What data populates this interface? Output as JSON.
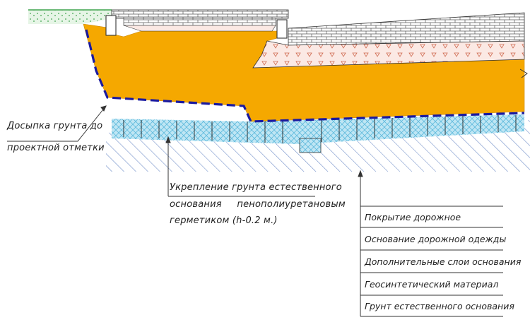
{
  "callouts": {
    "backfill": {
      "line1": "Досыпка грунта до",
      "line2": "проектной отметки"
    },
    "reinforcement": {
      "line1": "Укрепление грунта естественного",
      "line2": "основания     пенополиуретановым",
      "line3": "герметиком (h-0.2 м.)"
    }
  },
  "legend": {
    "items": [
      "Покрытие дорожное",
      "Основание дорожной одежды",
      "Дополнительные слои основания",
      "Геосинтетический материал",
      "Грунт естественного основания"
    ]
  },
  "colors": {
    "fill_soil": "#f5a800",
    "geotextile": "#1a1aa0",
    "stabilized_layer": "#7fd0ec",
    "hatch": "#4a6fb5",
    "lines": "#333333",
    "grass": "#3fa34d"
  }
}
